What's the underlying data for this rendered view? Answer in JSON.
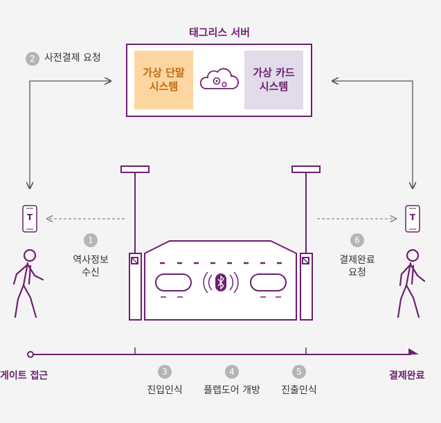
{
  "server": {
    "title": "태그리스 서버",
    "virtual_terminal": "가상 단말\n시스템",
    "virtual_card": "가상 카드\n시스템"
  },
  "steps": [
    {
      "num": "1",
      "label": "역사정보\n수신"
    },
    {
      "num": "2",
      "label": "사전결제 요청"
    },
    {
      "num": "3",
      "label": "진입인식"
    },
    {
      "num": "4",
      "label": "플랩도어 개방"
    },
    {
      "num": "5",
      "label": "진출인식"
    },
    {
      "num": "6",
      "label": "결제완료\n요청"
    }
  ],
  "timeline": {
    "start": "게이트 접근",
    "end": "결제완료"
  },
  "phone_logo": "T",
  "colors": {
    "purple": "#6b1f70",
    "terminal_box": "#fcd6a0",
    "terminal_text": "#c26a10",
    "card_box": "#e1dbea",
    "card_text": "#6b1f70",
    "arrow": "#555555",
    "step_circle": "#b5b5b5"
  }
}
